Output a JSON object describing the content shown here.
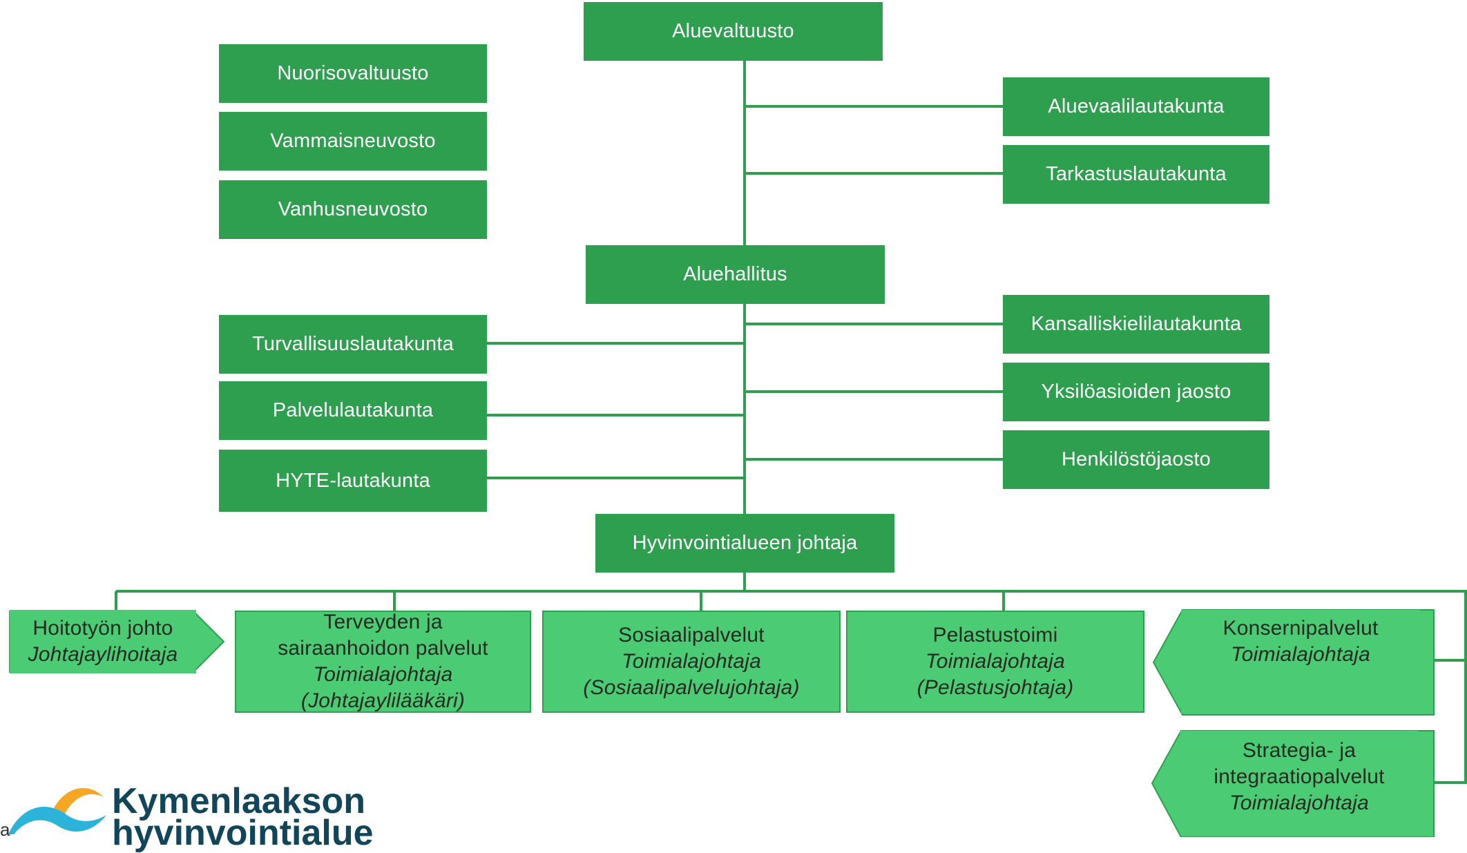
{
  "nodes": {
    "aluevaltuusto": "Aluevaltuusto",
    "nuorisovaltuusto": "Nuorisovaltuusto",
    "vammaisneuvosto": "Vammaisneuvosto",
    "vanhusneuvosto": "Vanhusneuvosto",
    "aluevaalilautakunta": "Aluevaalilautakunta",
    "tarkastuslautakunta": "Tarkastuslautakunta",
    "aluehallitus": "Aluehallitus",
    "turvallisuuslautakunta": "Turvallisuuslautakunta",
    "palvelulautakunta": "Palvelulautakunta",
    "hyte": "HYTE-lautakunta",
    "kansalliskieli": "Kansalliskielilautakunta",
    "yksiloasiat": "Yksilöasioiden jaosto",
    "henkilosto": "Henkilöstöjaosto",
    "johtaja": "Hyvinvointialueen johtaja"
  },
  "units": {
    "hoitotyo": {
      "title": "Hoitotyön johto",
      "role": "Johtajaylihoitaja"
    },
    "terveys": {
      "title": "Terveyden ja sairaanhoidon palvelut",
      "role": "Toimialajohtaja",
      "sub": "(Johtajaylilääkäri)"
    },
    "sosiaali": {
      "title": "Sosiaalipalvelut",
      "role": "Toimialajohtaja",
      "sub": "(Sosiaalipalvelujohtaja)"
    },
    "pelastus": {
      "title": "Pelastustoimi",
      "role": "Toimialajohtaja",
      "sub": "(Pelastusjohtaja)"
    },
    "konserni": {
      "title": "Konsernipalvelut",
      "role": "Toimialajohtaja"
    },
    "strategia": {
      "title": "Strategia- ja integraatiopalvelut",
      "role": "Toimialajohtaja"
    }
  },
  "logo": {
    "line1": "Kymenlaakson",
    "line2": "hyvinvointialue"
  },
  "corner_text": "a",
  "colors": {
    "dark_green": "#2e9e4f",
    "light_green": "#4bcb74",
    "logo_blue": "#10455a",
    "logo_orange": "#f5a623",
    "logo_cyan": "#2bb3d9"
  }
}
